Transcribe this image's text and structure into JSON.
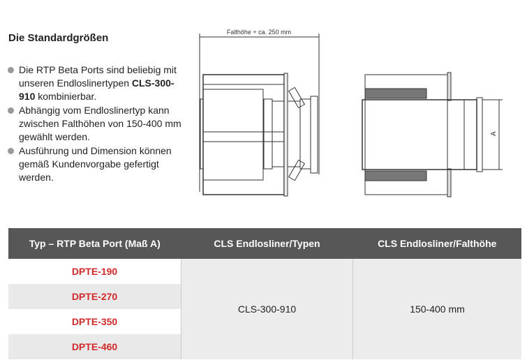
{
  "title": "Die Standardgrößen",
  "bullets": [
    {
      "text": "Die RTP Beta Ports sind beliebig mit unseren Endloslinertypen ",
      "bold": "CLS-300-910",
      "after": " kombinierbar."
    },
    {
      "text": "Abhängig vom Endloslinertyp kann zwischen Falthöhen von 150-400 mm gewählt werden."
    },
    {
      "text": "Ausführung und Dimension können gemäß Kundenvorgabe gefertigt werden."
    }
  ],
  "drawing": {
    "dimension_label": "Falthöhe + ca. 250 mm",
    "a_label": "A"
  },
  "table": {
    "headers": [
      "Typ – RTP Beta Port (Maß A)",
      "CLS Endlosliner/Typen",
      "CLS Endlosliner/Falthöhe"
    ],
    "types": [
      "DPTE-190",
      "DPTE-270",
      "DPTE-350",
      "DPTE-460"
    ],
    "liner_type": "CLS-300-910",
    "fold_height": "150-400 mm"
  },
  "colors": {
    "header_bg": "#575757",
    "accent_red": "#d22a2a"
  }
}
